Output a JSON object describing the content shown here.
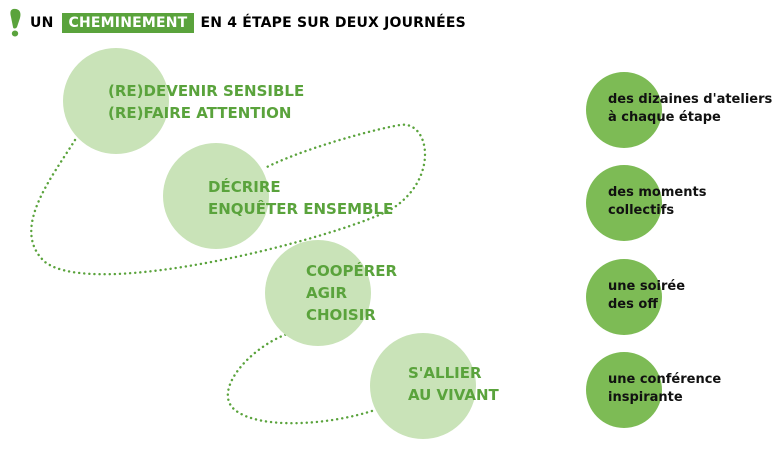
{
  "header": {
    "prefix": "UN",
    "highlight": "CHEMINEMENT",
    "rest": "EN 4 ÉTAPE SUR DEUX JOURNÉES"
  },
  "steps": [
    {
      "lines": [
        "(RE)DEVENIR SENSIBLE",
        "(RE)FAIRE ATTENTION"
      ]
    },
    {
      "lines": [
        "DÉCRIRE",
        "ENQUÊTER ENSEMBLE"
      ]
    },
    {
      "lines": [
        "COOPÉRER",
        "AGIR",
        "CHOISIR"
      ]
    },
    {
      "lines": [
        "S'ALLIER",
        "AU VIVANT"
      ]
    }
  ],
  "features": [
    {
      "lines": [
        "des dizaines d'ateliers",
        "à chaque étape"
      ]
    },
    {
      "lines": [
        "des moments",
        "collectifs"
      ]
    },
    {
      "lines": [
        "une soirée",
        "des off"
      ]
    },
    {
      "lines": [
        "une conférence",
        "inspirante"
      ]
    }
  ],
  "colors": {
    "accent_green": "#5aa33c",
    "light_circle": "#c9e3b8",
    "feature_circle": "#7dbb55",
    "dotted_line": "#5aa33c"
  },
  "icons": {
    "header": "exclamation-footprint-icon"
  }
}
